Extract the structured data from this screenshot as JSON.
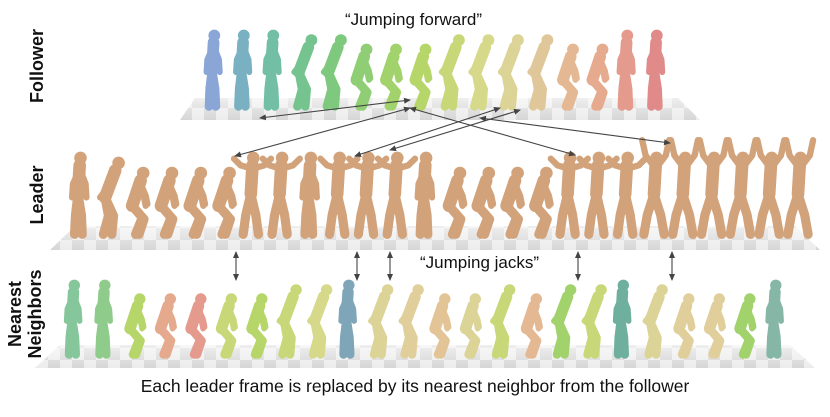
{
  "rows": {
    "follower": {
      "label": "Follower"
    },
    "leader": {
      "label": "Leader"
    },
    "neighbors": {
      "label_line1": "Nearest",
      "label_line2": "Neighbors"
    }
  },
  "quotes": {
    "follower_motion": "“Jumping forward”",
    "leader_motion": "“Jumping jacks”"
  },
  "caption": "Each leader frame is replaced by its nearest neighbor from the follower",
  "colors": {
    "leader_skin": "#d2a27a",
    "follower_gradient": [
      "#7f9fd0",
      "#6fb7a0",
      "#7cc58a",
      "#a9d46a",
      "#d9d98a",
      "#e2c496",
      "#e5a88c",
      "#e08a8a"
    ],
    "arrow": "#444444",
    "floor_light": "#ececec",
    "floor_dark": "#cfcfcf"
  },
  "follower_frame_colors": [
    "#8aa6d6",
    "#79b0c2",
    "#73bfa6",
    "#75c48f",
    "#7fc97f",
    "#8fce74",
    "#a2d26b",
    "#b6d66a",
    "#c8d878",
    "#d6d98a",
    "#dcd397",
    "#e0c79a",
    "#e3b893",
    "#e6aa8e",
    "#e49a8c",
    "#e08a8a"
  ],
  "neighbor_frame_colors": [
    "#86c69b",
    "#8fcb8a",
    "#b6d66a",
    "#e5aa8e",
    "#e49a8c",
    "#c8d878",
    "#b6d66a",
    "#c8d878",
    "#d6d98a",
    "#7fa6b8",
    "#dcd397",
    "#e0cf9a",
    "#e2c496",
    "#dcd397",
    "#c8d878",
    "#e3b893",
    "#a2d26b",
    "#c8d878",
    "#6faf9e",
    "#dcd397",
    "#e0cf9a",
    "#e0cf9a",
    "#a2d26b",
    "#86b7a6"
  ]
}
